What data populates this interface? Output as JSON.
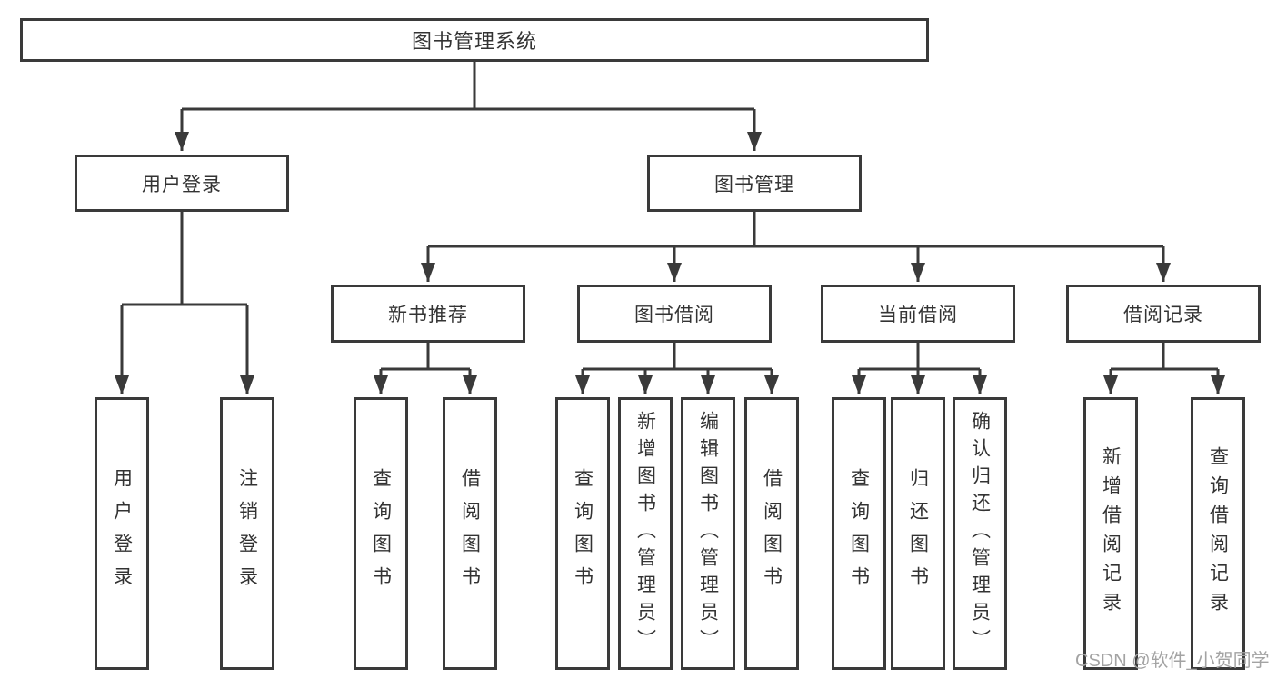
{
  "diagram": {
    "title": "图书管理系统",
    "nodes": {
      "root": "图书管理系统",
      "user_login": "用户登录",
      "book_management": "图书管理",
      "new_book_recommendation": "新书推荐",
      "book_borrowing": "图书借阅",
      "current_borrowing": "当前借阅",
      "borrowing_records": "借阅记录",
      "user_login_leaf": "用户登录",
      "logout_leaf": "注销登录",
      "recommend_query_books": "查询图书",
      "recommend_borrow_books": "借阅图书",
      "borrow_query_books": "查询图书",
      "borrow_add_books": "新增图书（管理员）",
      "borrow_edit_books": "编辑图书（管理员）",
      "borrow_borrow_books": "借阅图书",
      "current_query_books": "查询图书",
      "current_return_books": "归还图书",
      "current_confirm_return": "确认归还（管理员）",
      "records_add_record": "新增借阅记录",
      "records_query_record": "查询借阅记录"
    },
    "hierarchy": {
      "图书管理系统": {
        "用户登录": [
          "用户登录",
          "注销登录"
        ],
        "图书管理": {
          "新书推荐": [
            "查询图书",
            "借阅图书"
          ],
          "图书借阅": [
            "查询图书",
            "新增图书（管理员）",
            "编辑图书（管理员）",
            "借阅图书"
          ],
          "当前借阅": [
            "查询图书",
            "归还图书",
            "确认归还（管理员）"
          ],
          "借阅记录": [
            "新增借阅记录",
            "查询借阅记录"
          ]
        }
      }
    },
    "colors": {
      "line": "#3a3a3a",
      "text": "#333333",
      "watermark": "#a3a3a3",
      "background": "#ffffff"
    }
  },
  "watermark": "CSDN @软件_小贺同学"
}
